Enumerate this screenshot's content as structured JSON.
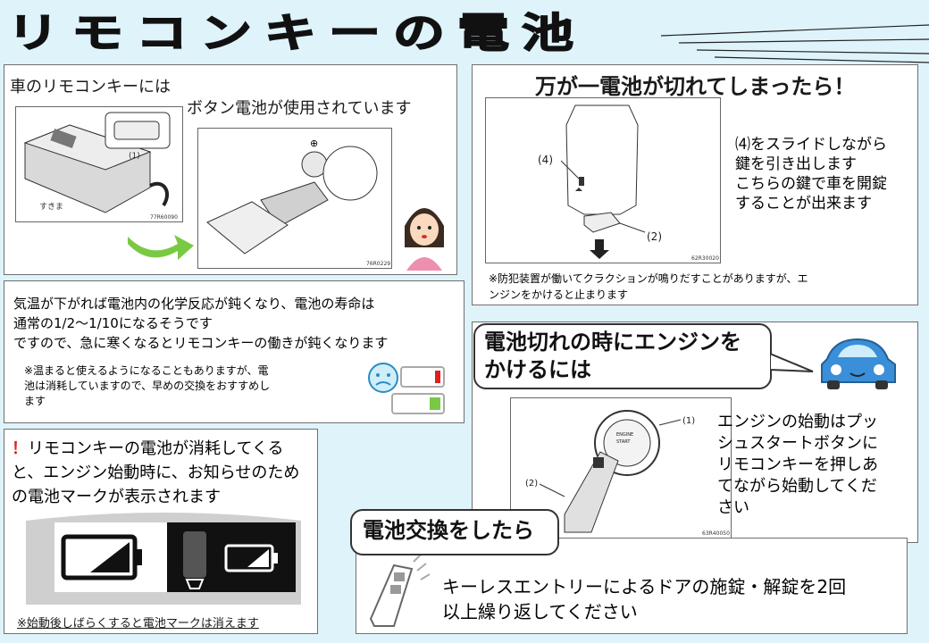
{
  "page_title": "リモコンキーの電池",
  "panel_intro": {
    "line1": "車のリモコンキーには",
    "line2": "ボタン電池が使用されています",
    "fig1_code": "77R60090",
    "fig1_callout": "(1)",
    "fig1_label": "すきま",
    "fig2_code": "76R0229"
  },
  "panel_emergency": {
    "heading": "万が一電池が切れてしまったら！",
    "fig_label_4": "(4)",
    "fig_label_2": "(2)",
    "fig_code": "62R30020",
    "text_lines": [
      "⑷をスライドしながら",
      "鍵を引き出します",
      "こちらの鍵で車を開錠",
      "することが出来ます"
    ],
    "note_lines": [
      "※防犯装置が働いてクラクションが鳴りだすことがありますが、エ",
      "ンジンをかけると止まります"
    ]
  },
  "panel_cold": {
    "lines": [
      "気温が下がれば電池内の化学反応が鈍くなり、電池の寿命は",
      "通常の1/2～1/10になるそうです",
      "ですので、急に寒くなるとリモコンキーの働きが鈍くなります"
    ],
    "note_lines": [
      "※温まると使えるようになることもありますが、電",
      "池は消耗していますので、早めの交換をおすすめし",
      "ます"
    ]
  },
  "panel_warning": {
    "mark": "！",
    "lines": [
      "リモコンキーの電池が消耗してくる",
      "と、エンジン始動時に、お知らせのため",
      "の電池マークが表示されます"
    ],
    "footer": "※始動後しばらくすると電池マークは消えます"
  },
  "panel_engine": {
    "heading_lines": [
      "電池切れの時にエンジンを",
      "かけるには"
    ],
    "fig_label_1": "(1)",
    "fig_label_2": "(2)",
    "fig_code": "63R40050",
    "button_text_1": "ENGINE",
    "button_text_2": "START",
    "text_lines": [
      "エンジンの始動はプッ",
      "シュスタートボタンに",
      "リモコンキーを押しあ",
      "てながら始動してくだ",
      "さい"
    ]
  },
  "panel_replace": {
    "heading": "電池交換をしたら",
    "text_lines": [
      "キーレスエントリーによるドアの施錠・解錠を2回",
      "以上繰り返してください"
    ]
  },
  "colors": {
    "background": "#dff3fb",
    "accent_green": "#7ac943",
    "warning_red": "#e02020",
    "car_blue": "#3a8fd8"
  }
}
